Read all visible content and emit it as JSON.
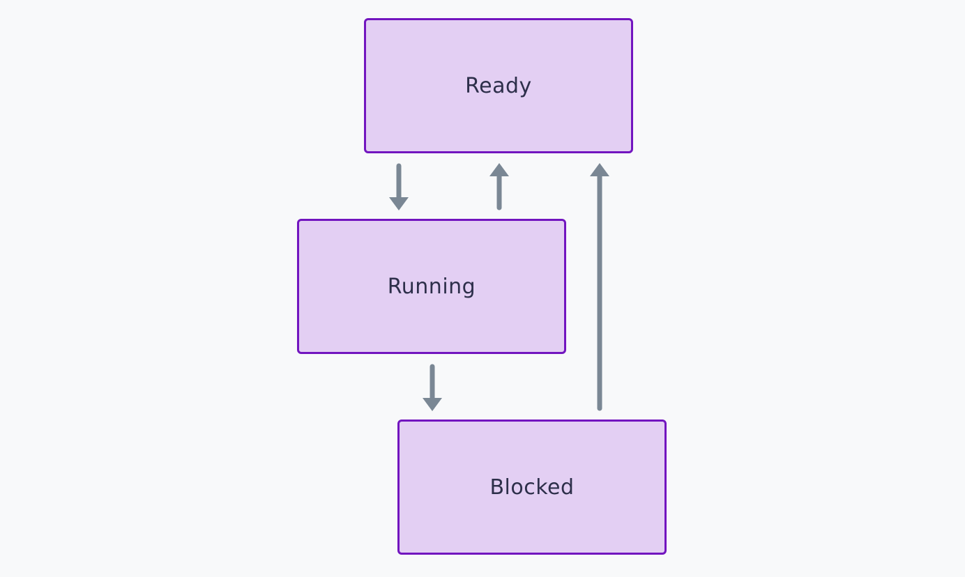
{
  "diagram": {
    "type": "state-diagram",
    "colors": {
      "background": "#f8f9fa",
      "node_fill": "#e3cff3",
      "node_border": "#7215bf",
      "node_text": "#2d2f4a",
      "edge": "#7a8794"
    },
    "nodes": [
      {
        "id": "ready",
        "label": "Ready"
      },
      {
        "id": "running",
        "label": "Running"
      },
      {
        "id": "blocked",
        "label": "Blocked"
      }
    ],
    "edges": [
      {
        "from": "ready",
        "to": "running"
      },
      {
        "from": "running",
        "to": "ready"
      },
      {
        "from": "running",
        "to": "blocked"
      },
      {
        "from": "blocked",
        "to": "ready"
      }
    ]
  }
}
